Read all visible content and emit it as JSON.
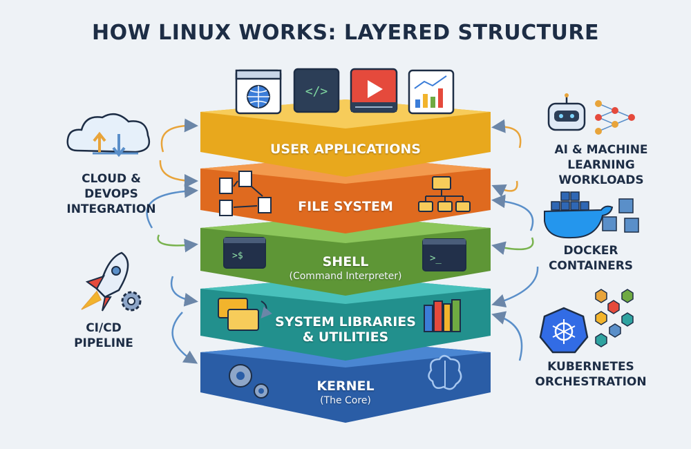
{
  "title": "HOW LINUX WORKS: LAYERED STRUCTURE",
  "layers": [
    {
      "label": "USER APPLICATIONS",
      "sub": "",
      "color": "#f2b42c"
    },
    {
      "label": "FILE SYSTEM",
      "sub": "",
      "color": "#ec7a2c"
    },
    {
      "label": "SHELL",
      "sub": "(Command Interpreter)",
      "color": "#6faa42"
    },
    {
      "label": "SYSTEM LIBRARIES\n& UTILITIES",
      "sub": "",
      "color": "#2fa3a0"
    },
    {
      "label": "KERNEL",
      "sub": "(The Core)",
      "color": "#2f67b4"
    }
  ],
  "left_items": [
    {
      "label": "CLOUD &\nDEVOPS\nINTEGRATION",
      "icon": "cloud-sync-icon"
    },
    {
      "label": "CI/CD\nPIPELINE",
      "icon": "rocket-icon"
    }
  ],
  "right_items": [
    {
      "label": "AI & MACHINE\nLEARNING WORKLOADS",
      "icon": "robot-network-icon"
    },
    {
      "label": "DOCKER\nCONTAINERS",
      "icon": "docker-whale-icon"
    },
    {
      "label": "KUBERNETES\nORCHESTRATION",
      "icon": "kubernetes-wheel-icon"
    }
  ],
  "app_icons": [
    "browser-globe-icon",
    "code-editor-icon",
    "video-player-icon",
    "chart-dashboard-icon"
  ],
  "colors": {
    "arrow_orange": "#e8a43a",
    "arrow_blue": "#5a8fc9",
    "arrow_green": "#79b34f",
    "title": "#1d2d45"
  }
}
